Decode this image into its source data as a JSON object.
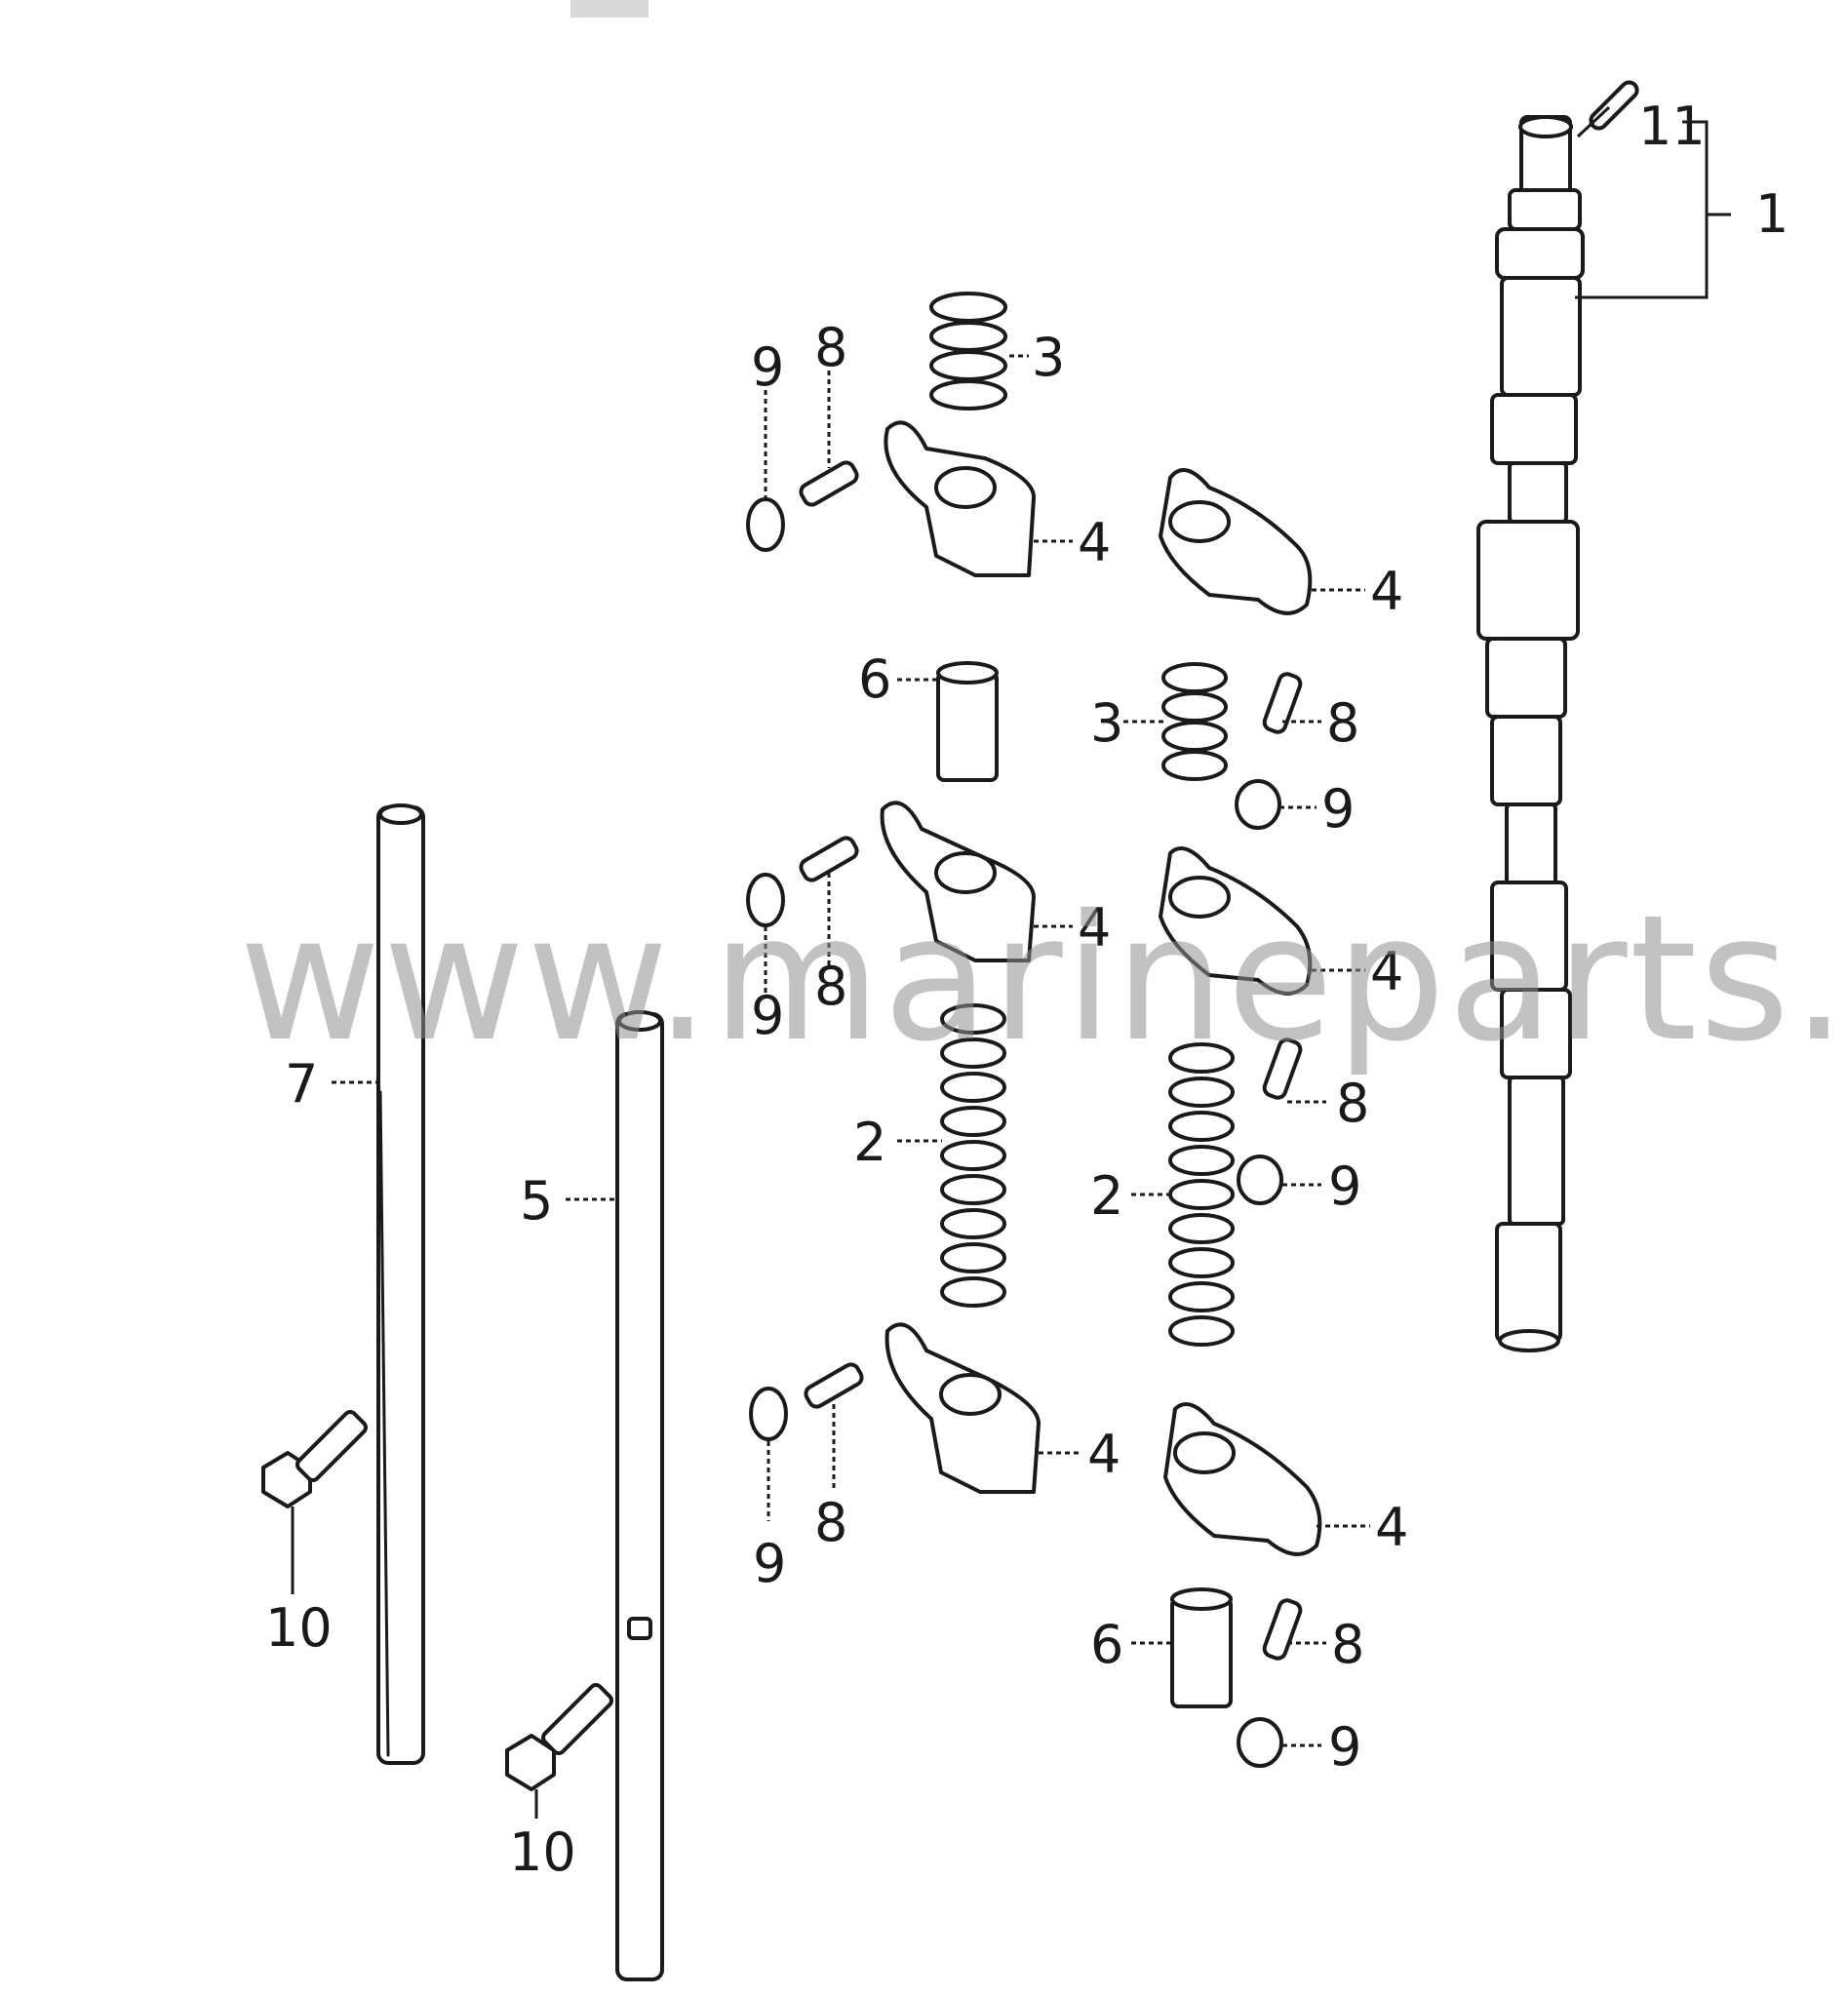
{
  "watermark": "www.marineparts.eu",
  "callouts": {
    "c1": "1",
    "c11": "11",
    "c3_top": "3",
    "c8_top": "8",
    "c9_top": "9",
    "c4_a": "4",
    "c4_b": "4",
    "c6_top": "6",
    "c3_mid": "3",
    "c8_mid": "8",
    "c9_mid": "9",
    "c4_c": "4",
    "c4_d": "4",
    "c8_left_mid": "8",
    "c9_left_mid": "9",
    "c7": "7",
    "c5": "5",
    "c2_left": "2",
    "c2_right": "2",
    "c8_right_low": "8",
    "c9_right_low": "9",
    "c10_left": "10",
    "c10_right": "10",
    "c4_e": "4",
    "c4_f": "4",
    "c8_bot": "8",
    "c9_bot": "9",
    "c6_bot": "6",
    "c8_bot_right": "8",
    "c9_bot_right": "9"
  }
}
